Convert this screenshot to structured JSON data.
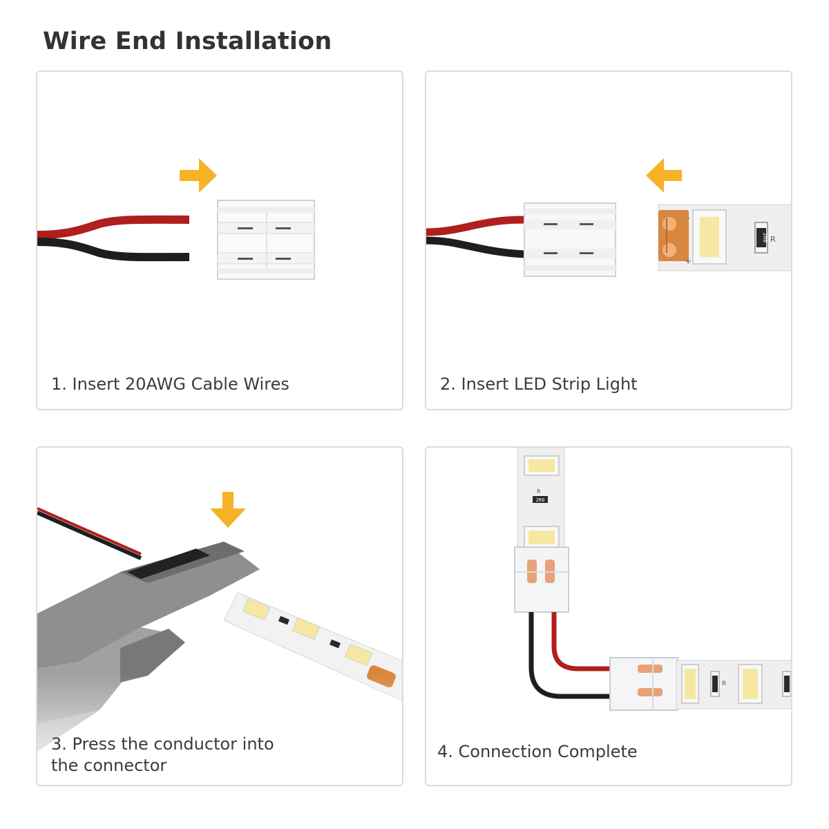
{
  "page": {
    "title": "Wire End Installation"
  },
  "colors": {
    "arrow": "#f5b225",
    "wire_red": "#b01e1e",
    "wire_black": "#1e1e1e",
    "pad_copper": "#d9863f",
    "led_yellow": "#f6e7a3",
    "strip_base": "#f2f2f2"
  },
  "steps": [
    {
      "caption": "1. Insert 20AWG Cable Wires",
      "icons": [
        "arrow-right-icon",
        "cable-wires",
        "connector-clip"
      ]
    },
    {
      "caption": "2. Insert LED Strip Light",
      "icons": [
        "arrow-left-icon",
        "cable-wires",
        "connector-clip",
        "led-strip"
      ]
    },
    {
      "caption_lines": [
        "3. Press the conductor into",
        "the connector"
      ],
      "icons": [
        "arrow-down-icon",
        "pliers",
        "led-strip"
      ]
    },
    {
      "caption": "4. Connection Complete",
      "icons": [
        "led-strip",
        "connector-clip",
        "cable-wires"
      ]
    }
  ],
  "strip_markings": {
    "resistor_code": "2R0",
    "resistor_letter": "R",
    "pad_minus": "-",
    "pad_plus": "+"
  }
}
